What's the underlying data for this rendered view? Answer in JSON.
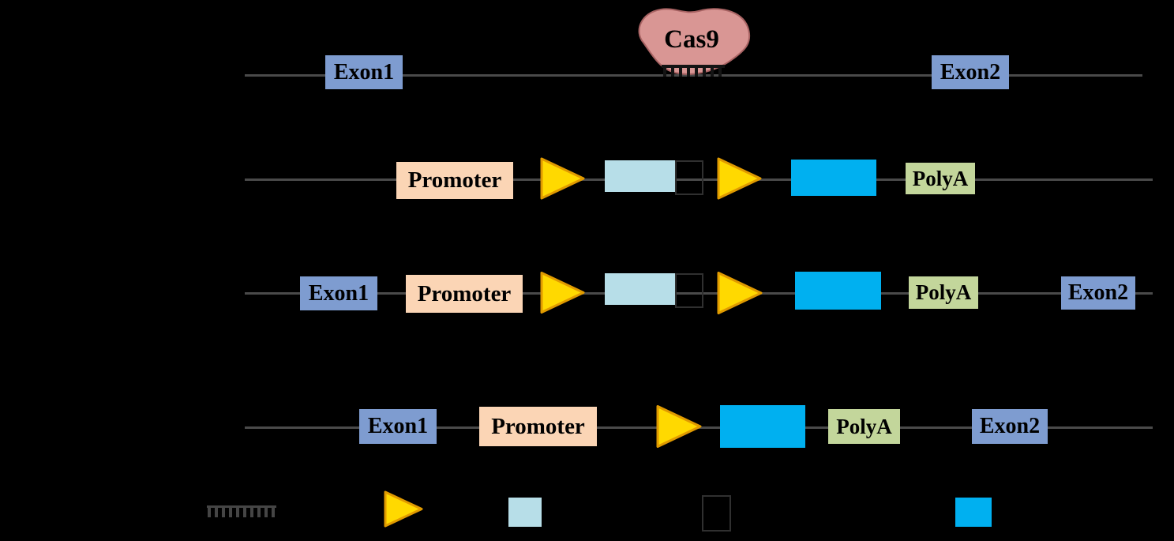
{
  "colors": {
    "background": "#000000",
    "line_color": "#4a4a4a",
    "exon": "#7E9CD0",
    "promoter": "#FBD5B5",
    "polya": "#C3D69B",
    "triangle_fill": "#FFD900",
    "triangle_stroke": "#E09A00",
    "lightblue_box": "#B7DEE8",
    "cyan_box": "#00B0F0",
    "cas9_fill": "#D99694",
    "cas9_stroke": "#A86363",
    "outline_box_border": "#303030",
    "comb_dark": "#141414",
    "comb_gray": "#454545"
  },
  "labels": {
    "exon1": "Exon1",
    "exon2": "Exon2",
    "promoter": "Promoter",
    "polya": "PolyA",
    "cas9": "Cas9"
  },
  "icons": {
    "target_site_icon": "comb-ticks",
    "triangle_marker_icon": "right-pointing-triangle",
    "light_blue_segment_icon": "filled-rect",
    "outline_segment_icon": "outlined-rect",
    "cyan_segment_icon": "filled-rect"
  }
}
